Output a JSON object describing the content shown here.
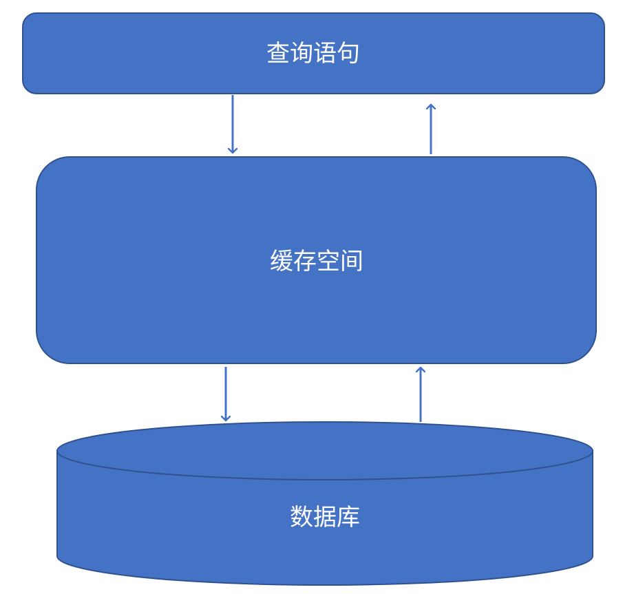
{
  "diagram": {
    "nodes": {
      "query": {
        "label": "查询语句"
      },
      "cache": {
        "label": "缓存空间"
      },
      "database": {
        "label": "数据库"
      }
    },
    "colors": {
      "fill": "#4472C4",
      "stroke": "#2F528F",
      "arrow": "#4472C4",
      "text": "#FFFFFF",
      "background": "#FFFFFF"
    }
  }
}
